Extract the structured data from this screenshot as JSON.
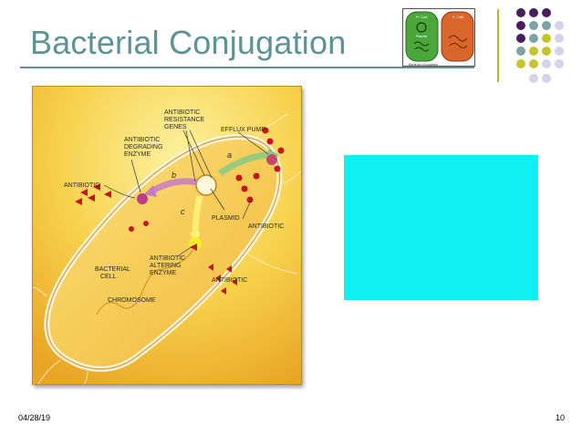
{
  "slide": {
    "title": "Bacterial Conjugation",
    "footer_date": "04/28/19",
    "page_number": "10"
  },
  "thumbnail": {
    "left_cell_label": "F+ Cell",
    "left_inner_label": "Plasmid",
    "right_cell_label": "F- Cell",
    "caption": "Bacterial conjugation"
  },
  "figure": {
    "labels": {
      "resistance_genes": [
        "ANTIBIOTIC",
        "RESISTANCE",
        "GENES"
      ],
      "efflux_pump": "EFFLUX PUMP",
      "degrading_enzyme": [
        "ANTIBIOTIC",
        "DEGRADING",
        "ENZYME"
      ],
      "antibiotic_left": "ANTIBIOTIC",
      "plasmid": "PLASMID",
      "antibiotic_right": "ANTIBIOTIC",
      "altering_enzyme": [
        "ANTIBIOTIC",
        "ALTERING",
        "ENZYME"
      ],
      "bacterial_cell": [
        "BACTERIAL",
        "CELL"
      ],
      "antibiotic_bottom": "ANTIBIOTIC",
      "chromosome": "CHROMOSOME",
      "pathway_a": "a",
      "pathway_b": "b",
      "pathway_c": "c"
    }
  },
  "colors": {
    "title": "#5f9294",
    "accent_rule": "#b5b832",
    "dot_purple": "#4b1d5e",
    "dot_teal": "#7fa3a2",
    "dot_olive": "#c3c52c",
    "dot_lavender": "#d4d3e8",
    "panel": "#10f0f0"
  }
}
